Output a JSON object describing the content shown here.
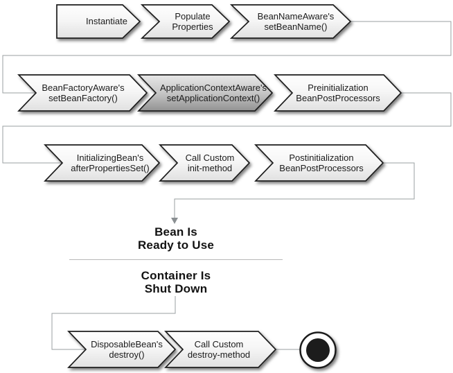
{
  "diagram": {
    "name": "spring-bean-lifecycle",
    "steps": {
      "instantiate": [
        "Instantiate"
      ],
      "populate_properties": [
        "Populate",
        "Properties"
      ],
      "set_bean_name": [
        "BeanNameAware's",
        "setBeanName()"
      ],
      "set_bean_factory": [
        "BeanFactoryAware's",
        "setBeanFactory()"
      ],
      "set_application_context": [
        "ApplicationContextAware's",
        "setApplicationContext()"
      ],
      "pre_init_processors": [
        "Preinitialization",
        "BeanPostProcessors"
      ],
      "after_properties_set": [
        "InitializingBean's",
        "afterPropertiesSet()"
      ],
      "custom_init": [
        "Call Custom",
        "init-method"
      ],
      "post_init_processors": [
        "Postinitialization",
        "BeanPostProcessors"
      ],
      "destroy": [
        "DisposableBean's",
        "destroy()"
      ],
      "custom_destroy": [
        "Call Custom",
        "destroy-method"
      ]
    },
    "milestones": {
      "ready": [
        "Bean Is",
        "Ready to Use"
      ],
      "shutdown": [
        "Container Is",
        "Shut Down"
      ]
    },
    "highlighted_step": "set_application_context",
    "icons": {
      "end_state": "final-state-circle"
    },
    "colors": {
      "step_fill_top": "#fefefe",
      "step_fill_bottom": "#e1e1e1",
      "highlighted_fill_top": "#e7e7e7",
      "highlighted_fill_bottom": "#929292",
      "step_border": "#1f1f1f",
      "connector": "#9a9fa2",
      "end_state": "#1c1c1c"
    }
  }
}
